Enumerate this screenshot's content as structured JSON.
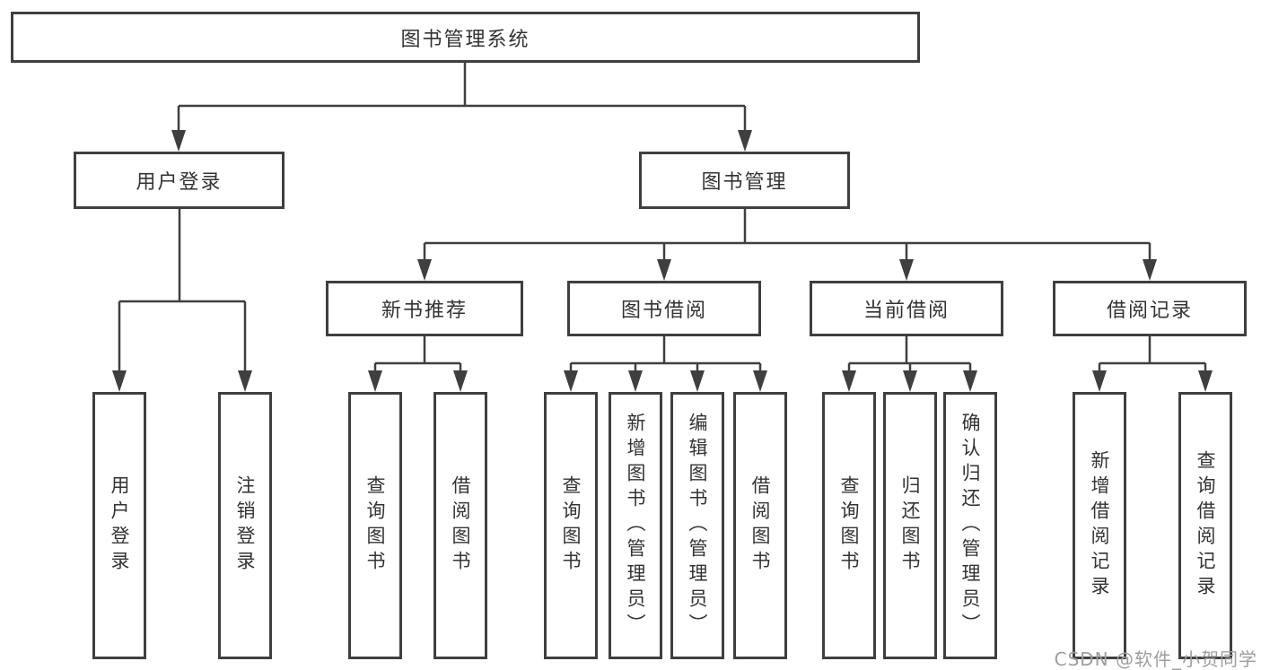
{
  "diagram": {
    "title": "图书管理系统",
    "nodes": {
      "root": "图书管理系统",
      "l2": [
        "用户登录",
        "图书管理"
      ],
      "l3": [
        "新书推荐",
        "图书借阅",
        "当前借阅",
        "借阅记录"
      ],
      "leaves": [
        "用户登录",
        "注销登录",
        "查询图书",
        "借阅图书",
        "查询图书",
        "新增图书（管理员）",
        "编辑图书（管理员）",
        "借阅图书",
        "查询图书",
        "归还图书",
        "确认归还（管理员）",
        "新增借阅记录",
        "查询借阅记录"
      ]
    },
    "colors": {
      "line": "#3f3f3f",
      "text": "#333333",
      "background": "#ffffff",
      "watermark_text": "#9e9e9e"
    },
    "watermark": "CSDN @软件_小贺同学"
  }
}
